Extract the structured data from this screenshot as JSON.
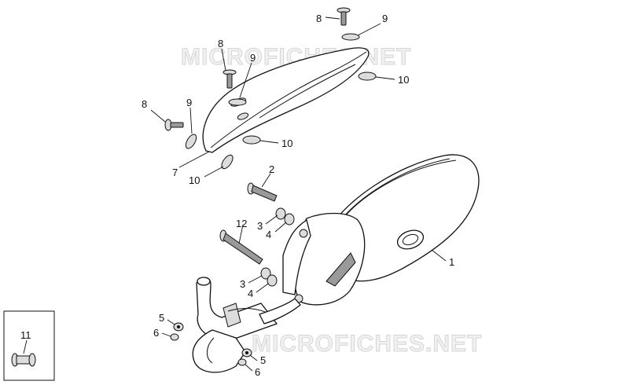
{
  "watermark": {
    "text": "MICROFICHES.NET"
  },
  "callouts": {
    "c1": "1",
    "c2": "2",
    "c3a": "3",
    "c3b": "3",
    "c4a": "4",
    "c4b": "4",
    "c5a": "5",
    "c5b": "5",
    "c6a": "6",
    "c6b": "6",
    "c7": "7",
    "c8a": "8",
    "c8b": "8",
    "c8c": "8",
    "c9a": "9",
    "c9b": "9",
    "c9c": "9",
    "c10a": "10",
    "c10b": "10",
    "c10c": "10",
    "c11": "11",
    "c12": "12"
  }
}
